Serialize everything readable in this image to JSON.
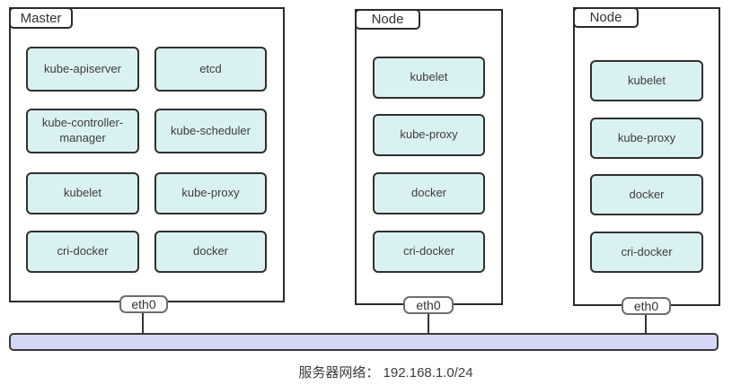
{
  "master": {
    "label": "Master",
    "eth_label": "eth0",
    "components": [
      "kube-apiserver",
      "etcd",
      "kube-controller-manager",
      "kube-scheduler",
      "kubelet",
      "kube-proxy",
      "cri-docker",
      "docker"
    ]
  },
  "node1": {
    "label": "Node",
    "eth_label": "eth0",
    "components": [
      "kubelet",
      "kube-proxy",
      "docker",
      "cri-docker"
    ]
  },
  "node2": {
    "label": "Node",
    "eth_label": "eth0",
    "components": [
      "kubelet",
      "kube-proxy",
      "docker",
      "cri-docker"
    ]
  },
  "network": {
    "caption": "服务器网络： 192.168.1.0/24"
  },
  "colors": {
    "component_fill": "#daf1f1",
    "component_border": "#303030",
    "group_border": "#2b2b2b",
    "network_fill": "#d4d8f5",
    "network_border": "#3a3a3a",
    "eth_border": "#6e6e6e",
    "text": "#3d3d3d"
  }
}
